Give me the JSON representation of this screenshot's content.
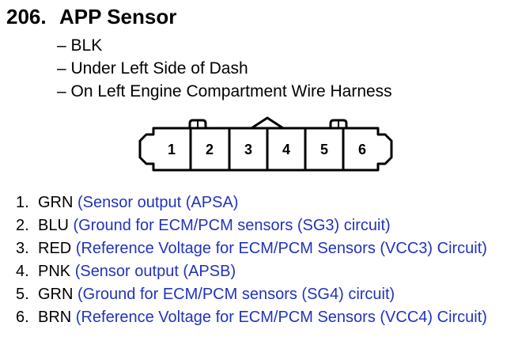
{
  "component": {
    "number": "206.",
    "name": "APP Sensor"
  },
  "locations": [
    "– BLK",
    "– Under Left Side of Dash",
    "– On Left Engine Compartment Wire Harness"
  ],
  "connector_pins": [
    "1",
    "2",
    "3",
    "4",
    "5",
    "6"
  ],
  "pins": [
    {
      "index": "1.",
      "color": "GRN",
      "description": "(Sensor output (APSA)"
    },
    {
      "index": "2.",
      "color": "BLU",
      "description": "(Ground for ECM/PCM sensors (SG3) circuit)"
    },
    {
      "index": "3.",
      "color": "RED",
      "description": "(Reference Voltage for ECM/PCM Sensors (VCC3) Circuit)"
    },
    {
      "index": "4.",
      "color": "PNK",
      "description": "(Sensor output (APSB)"
    },
    {
      "index": "5.",
      "color": "GRN",
      "description": "(Ground for ECM/PCM sensors (SG4) circuit)"
    },
    {
      "index": "6.",
      "color": "BRN",
      "description": "(Reference Voltage for ECM/PCM Sensors (VCC4) Circuit)"
    }
  ],
  "colors": {
    "description_text": "#2233bb",
    "text": "#000000"
  }
}
